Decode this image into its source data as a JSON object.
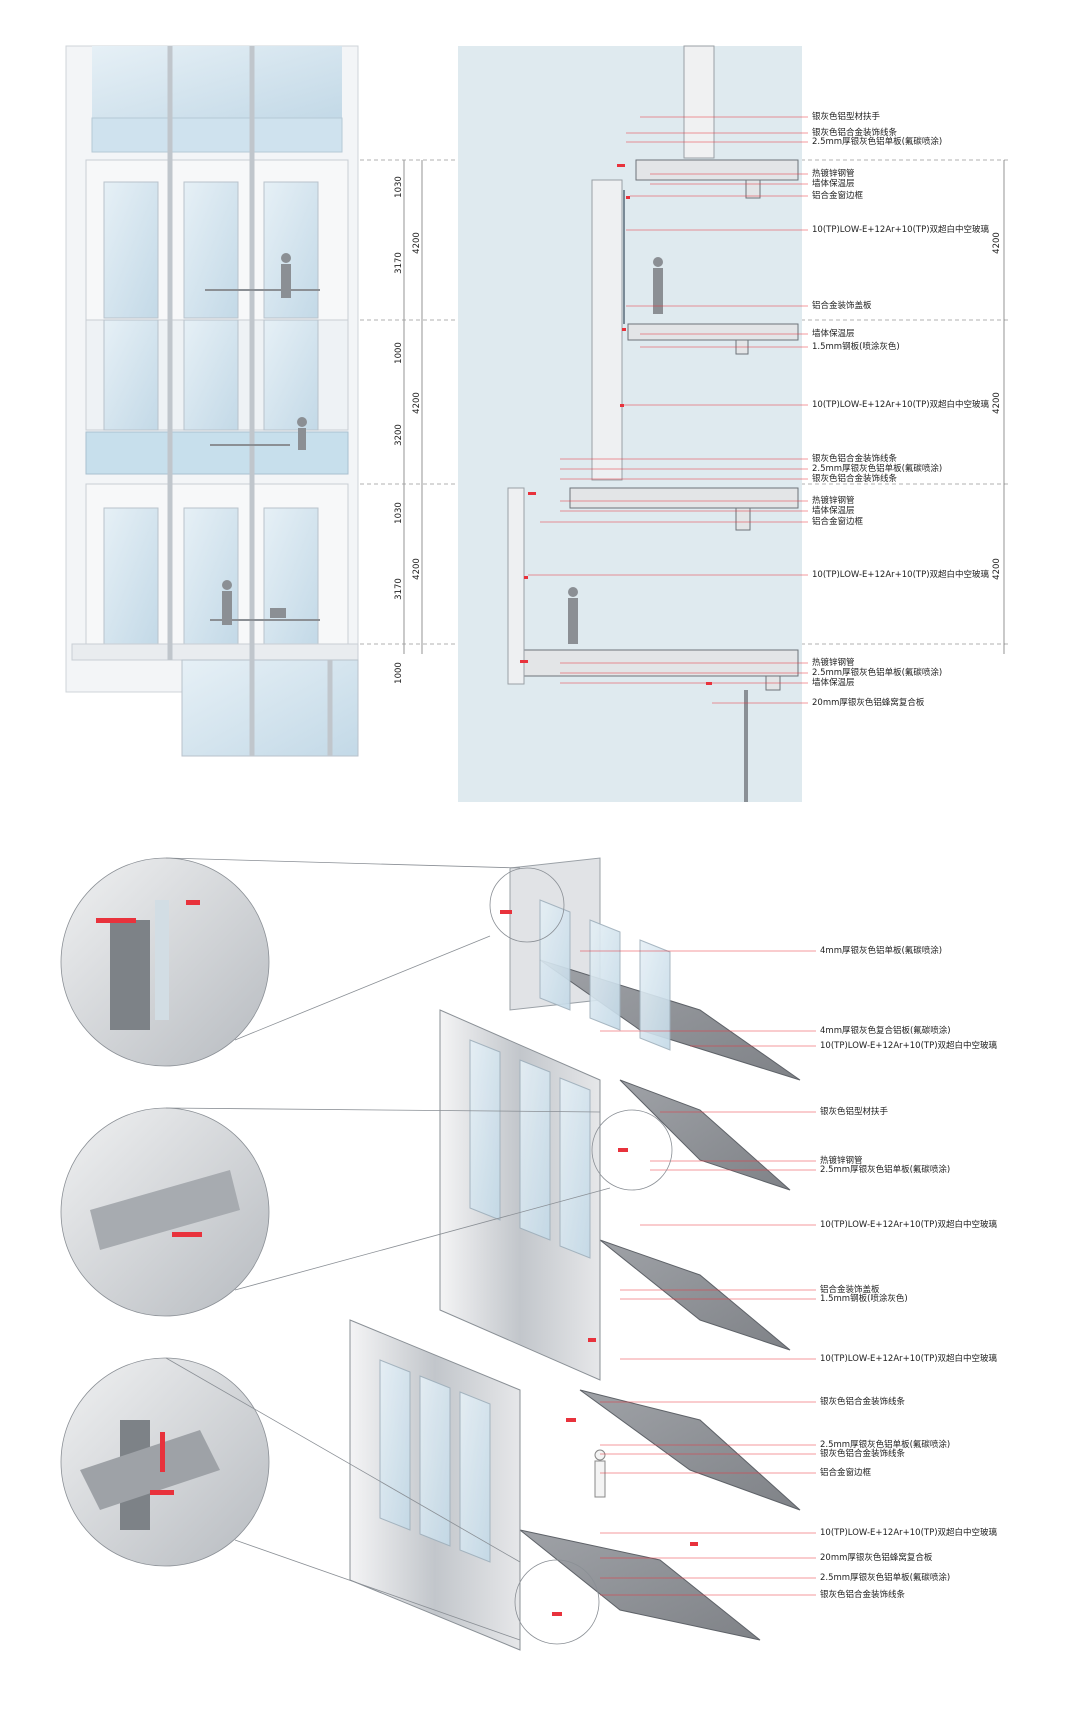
{
  "section_labels": {
    "s1": "银灰色铝型材扶手",
    "s2": "银灰色铝合金装饰线条",
    "s3": "2.5mm厚银灰色铝单板(氟碳喷涂)",
    "s4": "热镀锌钢管",
    "s5": "墙体保温层",
    "s6": "铝合金窗边框",
    "s7": "10(TP)LOW-E+12Ar+10(TP)双超白中空玻璃",
    "s8": "铝合金装饰盖板",
    "s9": "墙体保温层",
    "s10": "1.5mm钢板(喷涂灰色)",
    "s11": "10(TP)LOW-E+12Ar+10(TP)双超白中空玻璃",
    "s12": "银灰色铝合金装饰线条",
    "s13": "2.5mm厚银灰色铝单板(氟碳喷涂)",
    "s14": "银灰色铝合金装饰线条",
    "s15": "热镀锌钢管",
    "s16": "墙体保温层",
    "s17": "铝合金窗边框",
    "s18": "10(TP)LOW-E+12Ar+10(TP)双超白中空玻璃",
    "s19": "热镀锌钢管",
    "s20": "2.5mm厚银灰色铝单板(氟碳喷涂)",
    "s21": "墙体保温层",
    "s22": "20mm厚银灰色铝蜂窝复合板"
  },
  "axon_labels": {
    "a1": "4mm厚银灰色铝单板(氟碳喷涂)",
    "a2": "4mm厚银灰色复合铝板(氟碳喷涂)",
    "a3": "10(TP)LOW-E+12Ar+10(TP)双超白中空玻璃",
    "a4": "银灰色铝型材扶手",
    "a5": "热镀锌钢管",
    "a6": "2.5mm厚银灰色铝单板(氟碳喷涂)",
    "a7": "10(TP)LOW-E+12Ar+10(TP)双超白中空玻璃",
    "a8": "铝合金装饰盖板",
    "a9": "1.5mm钢板(喷涂灰色)",
    "a10": "10(TP)LOW-E+12Ar+10(TP)双超白中空玻璃",
    "a11": "银灰色铝合金装饰线条",
    "a12": "2.5mm厚银灰色铝单板(氟碳喷涂)",
    "a13": "银灰色铝合金装饰线条",
    "a14": "铝合金窗边框",
    "a15": "10(TP)LOW-E+12Ar+10(TP)双超白中空玻璃",
    "a16": "20mm厚银灰色铝蜂窝复合板",
    "a17": "2.5mm厚银灰色铝单板(氟碳喷涂)",
    "a18": "银灰色铝合金装饰线条"
  },
  "dimensions": {
    "left": [
      "1030",
      "3170",
      "4200",
      "1000",
      "3200",
      "4200",
      "1030",
      "3170",
      "4200",
      "1000"
    ],
    "right": [
      "4200",
      "4200",
      "4200"
    ]
  },
  "colors": {
    "accent": "#e8323c",
    "glass": "#d3e5f0",
    "section_bg": "#dfeaef",
    "metal": "#c9ccd0"
  }
}
